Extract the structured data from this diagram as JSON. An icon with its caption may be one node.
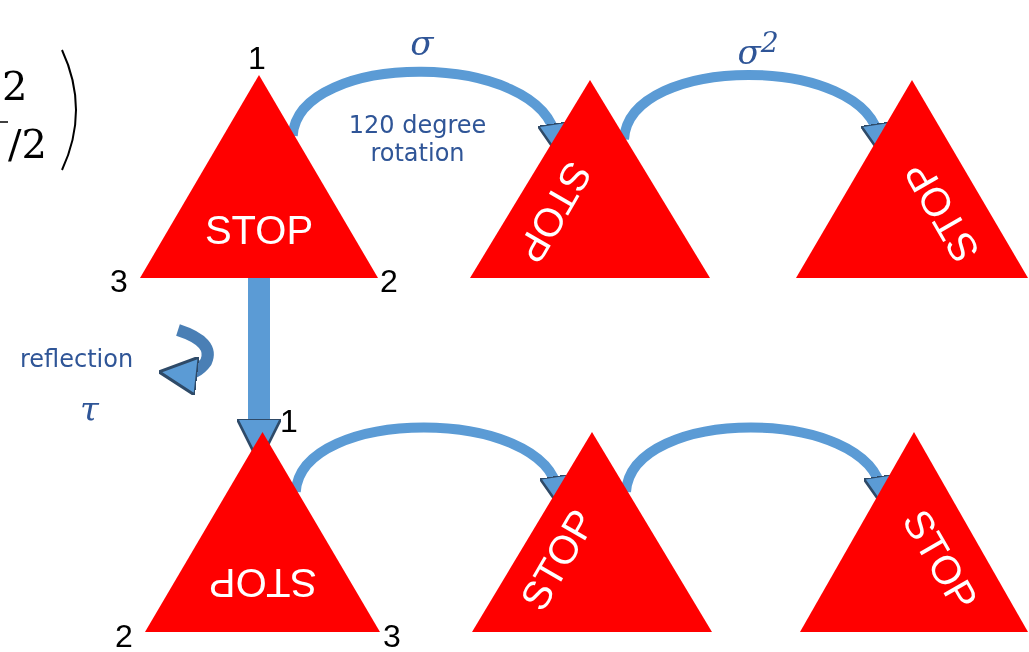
{
  "diagram": {
    "nodes": [
      {
        "text": [
          "STOP"
        ],
        "beside": [
          "1",
          "3",
          "2"
        ]
      },
      {
        "text": [
          "STOP"
        ]
      },
      {
        "text": [
          "STOP"
        ]
      },
      {
        "text": [
          "STOP"
        ],
        "beside": [
          "1",
          "2",
          "3"
        ]
      },
      {
        "text": [
          "STOP"
        ]
      },
      {
        "text": [
          "STOP"
        ]
      }
    ],
    "edges": [
      {
        "from": 0,
        "to": 1,
        "arrow": "to",
        "label": "σ"
      },
      {
        "from": 1,
        "to": 2,
        "arrow": "to",
        "label": "σ$^{2}$"
      },
      {
        "from": 0,
        "to": 3,
        "arrow": "to",
        "style": "thick"
      },
      {
        "from": 3,
        "to": 4,
        "arrow": "to"
      },
      {
        "from": 4,
        "to": 5,
        "arrow": "to"
      }
    ],
    "labels": [
      "2",
      "/2",
      "120 degree rotation",
      "reflection",
      "τ"
    ]
  }
}
